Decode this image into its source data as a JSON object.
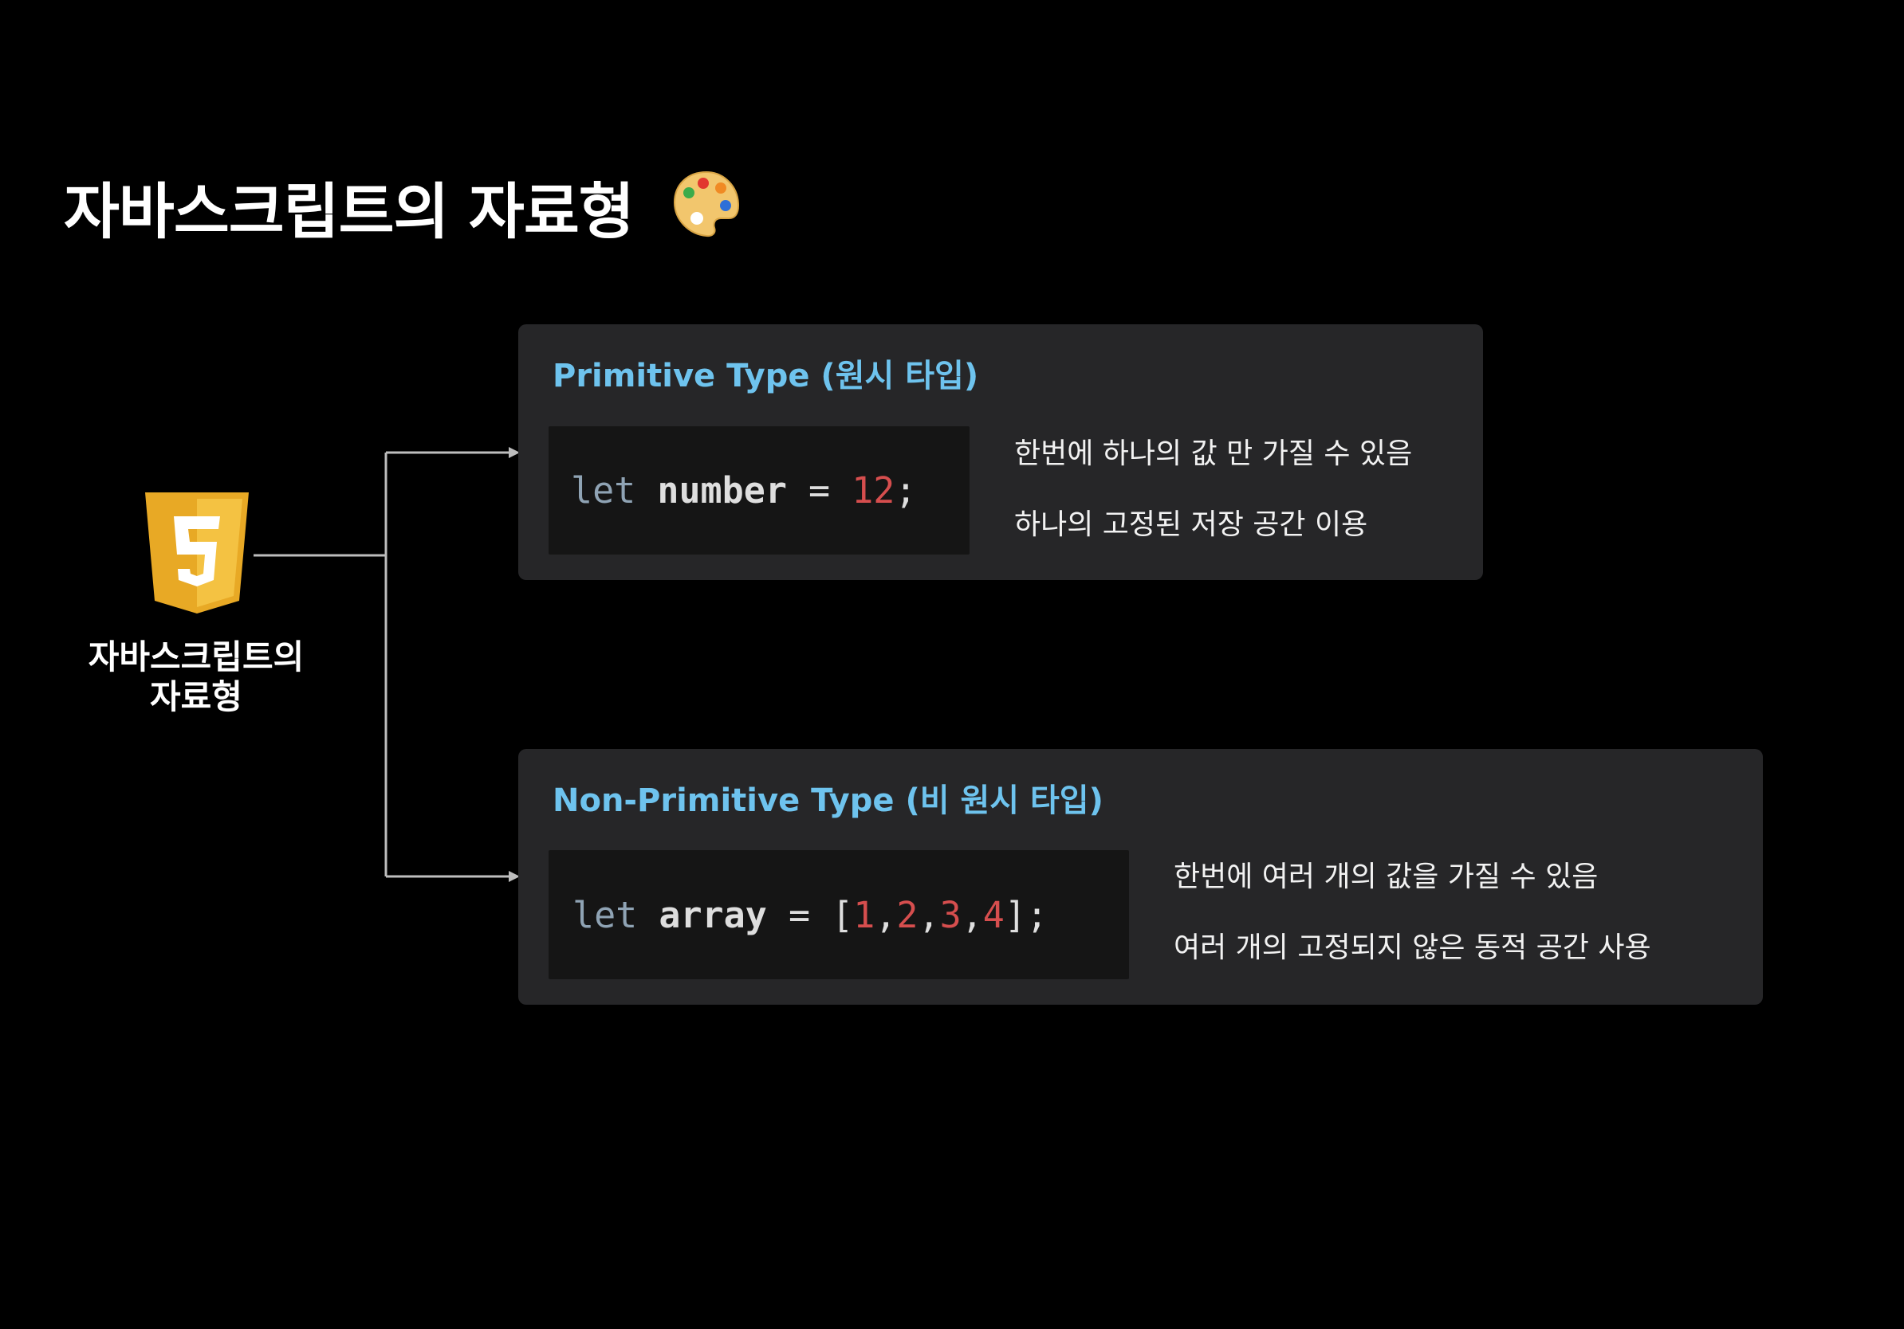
{
  "page": {
    "title": "자바스크립트의 자료형",
    "title_icon": "palette-icon"
  },
  "root": {
    "logo_icon": "js-shield-logo-icon",
    "label": "자바스크립트의\n자료형"
  },
  "colors": {
    "background": "#000000",
    "card": "#262628",
    "code_bg": "#151515",
    "title_accent": "#6ec3ee",
    "number_literal": "#d64e4e",
    "keyword": "#8fa3b4",
    "logo_gold": "#e8a925"
  },
  "cards": [
    {
      "title": "Primitive Type (원시 타입)",
      "code": {
        "keyword": "let",
        "identifier": "number",
        "op": "=",
        "numbers": [
          "12"
        ],
        "end": ";"
      },
      "descriptions": [
        "한번에 하나의 값 만 가질 수 있음",
        "하나의 고정된 저장 공간 이용"
      ]
    },
    {
      "title": "Non-Primitive Type (비 원시 타입)",
      "code": {
        "keyword": "let",
        "identifier": "array",
        "op": "=",
        "open": "[",
        "numbers": [
          "1",
          "2",
          "3",
          "4"
        ],
        "sep": ",",
        "close": "]",
        "end": ";"
      },
      "descriptions": [
        "한번에 여러 개의 값을 가질 수 있음",
        "여러 개의 고정되지 않은 동적 공간 사용"
      ]
    }
  ]
}
